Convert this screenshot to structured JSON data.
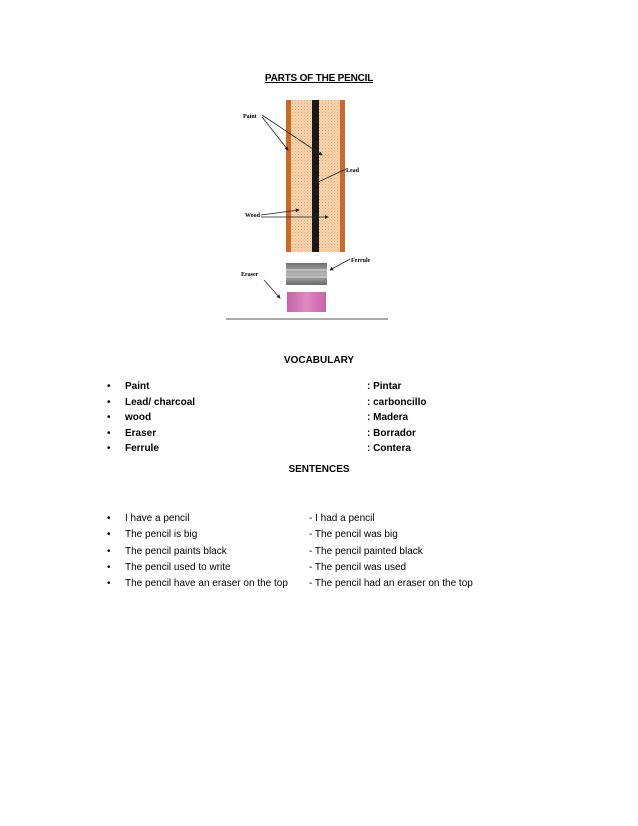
{
  "title": "PARTS OF THE PENCIL",
  "diagram": {
    "labels": {
      "paint": "Paint",
      "lead": "Lead",
      "wood": "Wood",
      "ferrule": "Ferrule",
      "eraser": "Eraser"
    },
    "colors": {
      "paint": "#c9692a",
      "wood": "#f3c9a0",
      "lead": "#1a1a1a",
      "ferrule": "#8c8c8c",
      "eraser": "#d779b8"
    }
  },
  "vocabulary": {
    "heading": "VOCABULARY",
    "bullet": "•",
    "items": [
      {
        "term": "Paint",
        "translation": ": Pintar"
      },
      {
        "term": "Lead/ charcoal",
        "translation": ": carboncillo"
      },
      {
        "term": "wood",
        "translation": ": Madera"
      },
      {
        "term": "Eraser",
        "translation": ": Borrador"
      },
      {
        "term": "Ferrule",
        "translation": ": Contera"
      }
    ]
  },
  "sentences": {
    "heading": "SENTENCES",
    "bullet": "•",
    "items": [
      {
        "present": "I have a pencil",
        "past": "- I had a pencil"
      },
      {
        "present": "The pencil is big",
        "past": "- The pencil was big"
      },
      {
        "present": "The pencil paints black",
        "past": "- The pencil painted black"
      },
      {
        "present": "The pencil used to write",
        "past": "- The pencil was used"
      },
      {
        "present": "The pencil have an eraser on the top",
        "past": "- The pencil had an eraser on the top"
      }
    ]
  }
}
